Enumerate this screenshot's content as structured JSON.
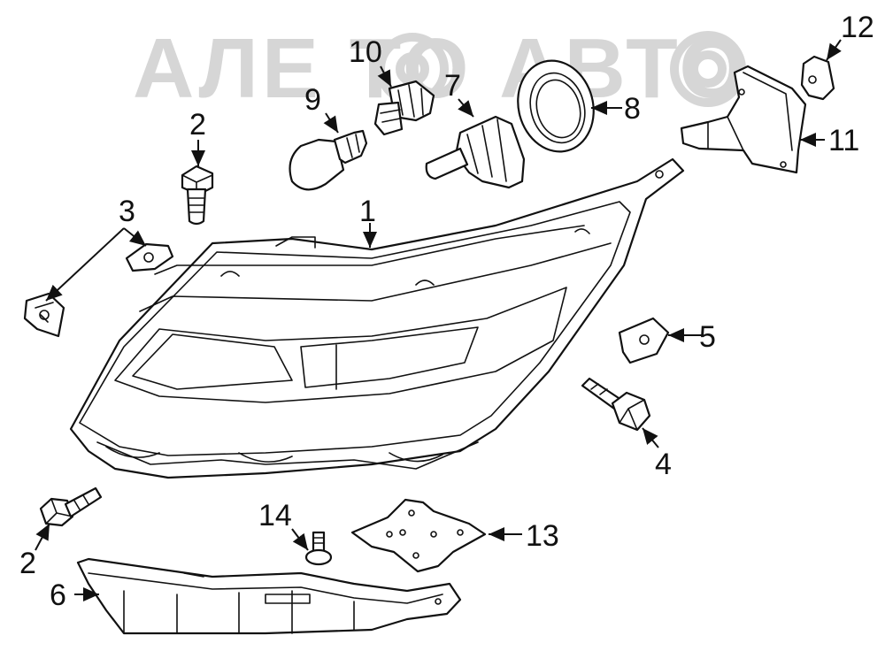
{
  "watermark": "АЛЕ  ТО АВТО",
  "callouts": {
    "c1": "1",
    "c2a": "2",
    "c2b": "2",
    "c3": "3",
    "c4": "4",
    "c5": "5",
    "c6": "6",
    "c7": "7",
    "c8": "8",
    "c9": "9",
    "c10": "10",
    "c11": "11",
    "c12": "12",
    "c13": "13",
    "c14": "14"
  },
  "colors": {
    "line": "#111111",
    "watermark": "#d6d6d6",
    "background": "#ffffff"
  }
}
